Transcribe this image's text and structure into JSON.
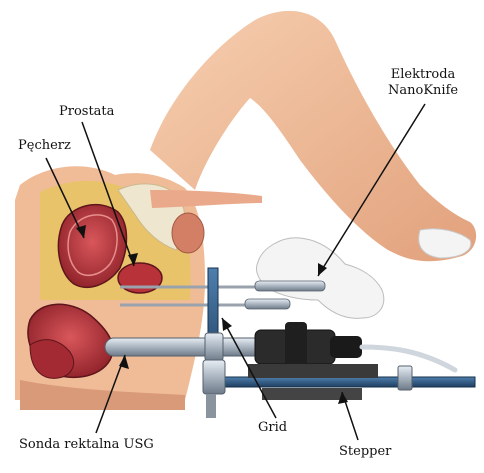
{
  "labels": {
    "prostata": "Prostata",
    "pecherz": "Pęcherz",
    "elektroda_line1": "Elektroda",
    "elektroda_line2": "NanoKnife",
    "grid": "Grid",
    "sonda": "Sonda rektalna USG",
    "stepper": "Stepper"
  },
  "colors": {
    "skin": "#f2c3a0",
    "skin_shadow": "#d9936f",
    "organ_red": "#b8323a",
    "organ_dark": "#7a1c24",
    "fat_yellow": "#e8c36a",
    "bone": "#efe6cf",
    "probe_steel": "#b9c3cf",
    "stepper_blue": "#2f5d8a",
    "glove": "#f4f4f4"
  }
}
